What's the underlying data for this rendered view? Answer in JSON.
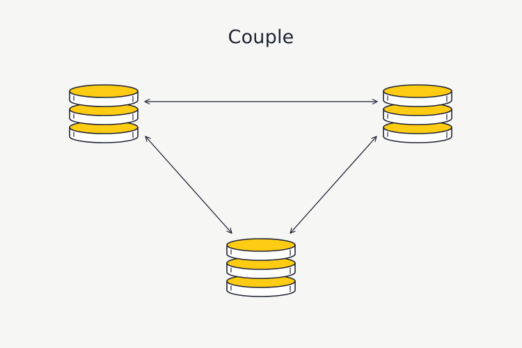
{
  "title": "Couple",
  "colors": {
    "background": "#f6f6f4",
    "coin_fill": "#ffcc14",
    "coin_side": "#ffffff",
    "stroke": "#1e2233"
  },
  "nodes": [
    {
      "id": "left",
      "icon": "coin-stack-icon"
    },
    {
      "id": "right",
      "icon": "coin-stack-icon"
    },
    {
      "id": "bottom",
      "icon": "coin-stack-icon"
    }
  ],
  "edges": [
    {
      "from": "left",
      "to": "right",
      "type": "bidirectional"
    },
    {
      "from": "left",
      "to": "bottom",
      "type": "bidirectional"
    },
    {
      "from": "right",
      "to": "bottom",
      "type": "bidirectional"
    }
  ]
}
